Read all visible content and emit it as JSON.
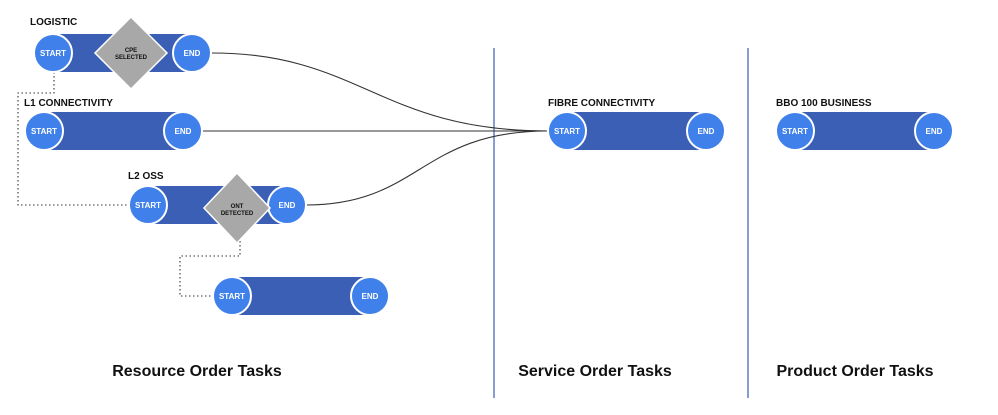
{
  "sections": {
    "resource": "Resource Order Tasks",
    "service": "Service Order Tasks",
    "product": "Product Order Tasks"
  },
  "tasks": {
    "logistic": {
      "title": "LOGISTIC",
      "start": "START",
      "end": "END"
    },
    "l1": {
      "title": "L1 CONNECTIVITY",
      "start": "START",
      "end": "END"
    },
    "l2": {
      "title": "L2 OSS",
      "start": "START",
      "end": "END"
    },
    "sub": {
      "start": "START",
      "end": "END"
    },
    "fibre": {
      "title": "FIBRE CONNECTIVITY",
      "start": "START",
      "end": "END"
    },
    "bbo": {
      "title": "BBO 100 BUSINESS",
      "start": "START",
      "end": "END"
    }
  },
  "diamonds": {
    "cpe": {
      "line1": "CPE",
      "line2": "SELECTED"
    },
    "ont": {
      "line1": "ONT",
      "line2": "DETECTED"
    }
  },
  "colors": {
    "bar": "#3a5fb5",
    "circle": "#3f80ea",
    "diamond": "#a8a8a8",
    "divider": "#3a5fb5",
    "connector": "#333333"
  }
}
